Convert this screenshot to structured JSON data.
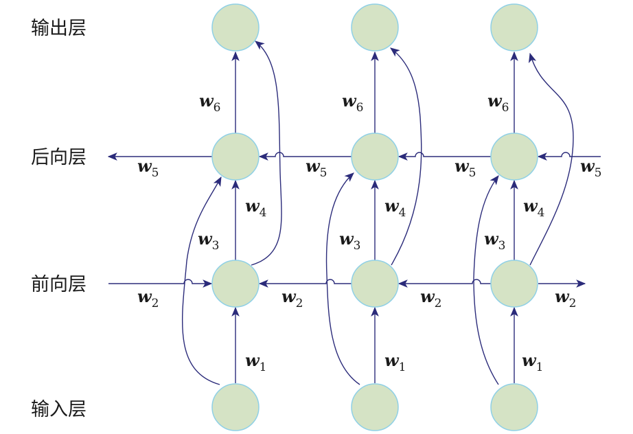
{
  "layers": {
    "output": "输出层",
    "backward": "后向层",
    "forward": "前向层",
    "input": "输入层"
  },
  "weights": {
    "w1": {
      "base": "w",
      "sub": "1"
    },
    "w2": {
      "base": "w",
      "sub": "2"
    },
    "w3": {
      "base": "w",
      "sub": "3"
    },
    "w4": {
      "base": "w",
      "sub": "4"
    },
    "w5": {
      "base": "w",
      "sub": "5"
    },
    "w6": {
      "base": "w",
      "sub": "6"
    }
  },
  "colors": {
    "node_fill": "#d5e3c5",
    "node_stroke": "#8fd0e6",
    "edge": "#2b2b7a"
  }
}
